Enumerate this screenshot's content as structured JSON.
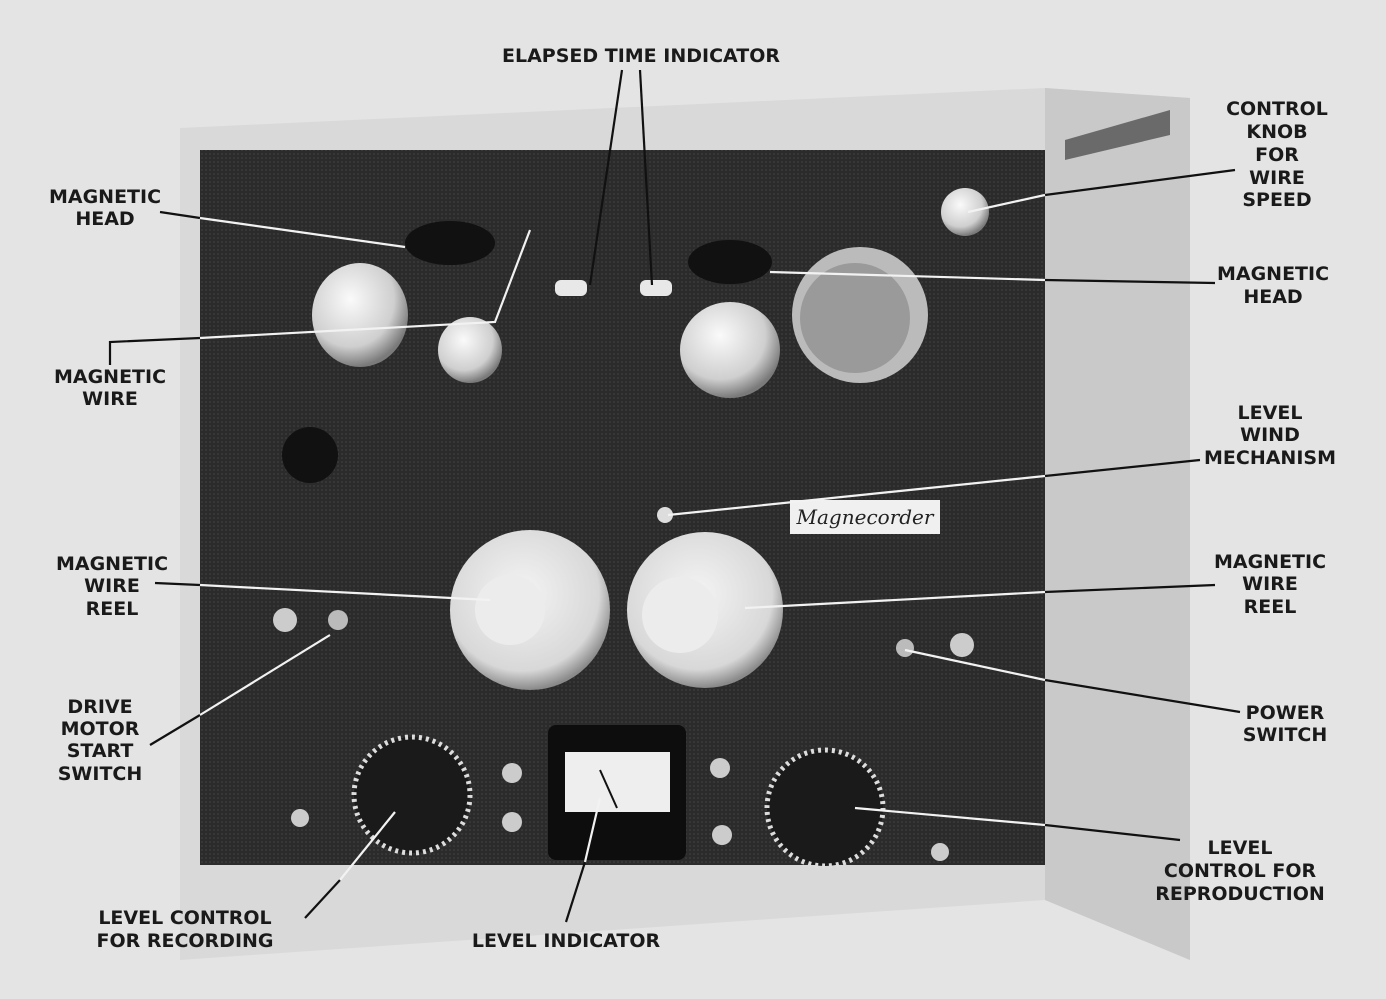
{
  "labels": {
    "elapsed_time": "ELAPSED TIME INDICATOR",
    "control_knob": [
      "CONTROL",
      "KNOB",
      "FOR",
      "WIRE",
      "SPEED"
    ],
    "magnetic_head_left": [
      "MAGNETIC",
      "HEAD"
    ],
    "magnetic_head_right": [
      "MAGNETIC",
      "HEAD"
    ],
    "magnetic_wire": [
      "MAGNETIC",
      "WIRE"
    ],
    "level_wind": [
      "LEVEL",
      "WIND",
      "MECHANISM"
    ],
    "reel_left": [
      "MAGNETIC",
      "WIRE",
      "REEL"
    ],
    "reel_right": [
      "MAGNETIC",
      "WIRE",
      "REEL"
    ],
    "drive_motor": [
      "DRIVE",
      "MOTOR",
      "START",
      "SWITCH"
    ],
    "power_switch": [
      "POWER",
      "SWITCH"
    ],
    "level_reproduction": [
      "LEVEL",
      "CONTROL FOR",
      "REPRODUCTION"
    ],
    "level_recording": [
      "LEVEL CONTROL",
      "FOR RECORDING"
    ],
    "level_indicator": "LEVEL INDICATOR"
  },
  "device": {
    "brand_plate": "Magnecorder"
  },
  "colors": {
    "panel": "#2b2b2b",
    "cabinet": "#d6d6d6",
    "background": "#e4e4e4"
  }
}
